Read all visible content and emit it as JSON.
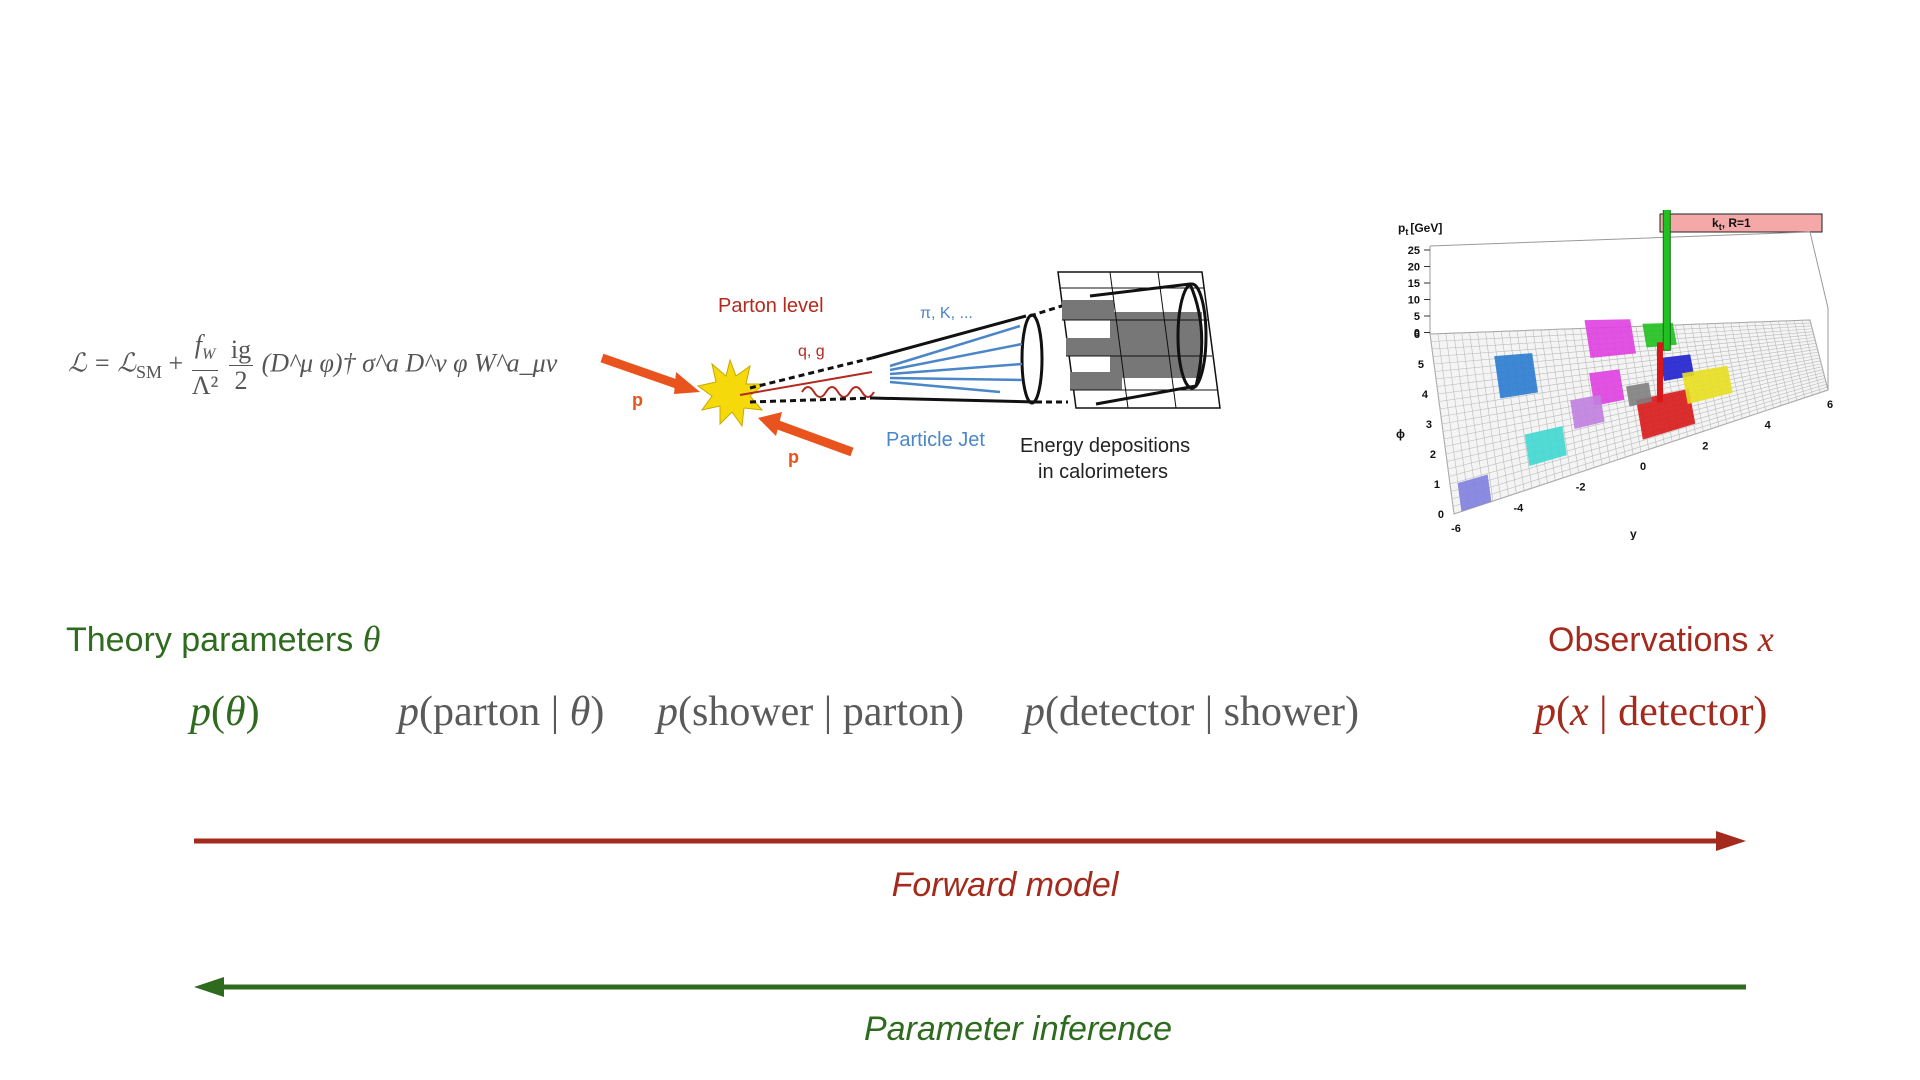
{
  "lagrangian": {
    "lhs": "ℒ = ℒ",
    "sm_sub": "SM",
    "plus": "+",
    "frac1_num": "f",
    "frac1_num_sub": "W",
    "frac1_den": "Λ²",
    "frac2_num": "ig",
    "frac2_den": "2",
    "tail": "(D^μ φ)† σ^a D^ν φ W^a_μν"
  },
  "jet_diagram": {
    "parton_level": "Parton level",
    "quarks": "q, g",
    "hadrons": "π, K, ...",
    "proton_top": "p",
    "proton_bottom": "p",
    "particle_jet": "Particle Jet",
    "energy_line1": "Energy depositions",
    "energy_line2": "in calorimeters",
    "colors": {
      "proton": "#e8531e",
      "parton": "#b22a1e",
      "jet": "#4a86c8",
      "burst": "#f5d90a"
    }
  },
  "lego_plot": {
    "z_label": "p",
    "z_label_sub": "t",
    "z_label_unit": "[GeV]",
    "title_box": "k",
    "title_box_sub": "t",
    "title_box_rest": ", R=1",
    "z_ticks": [
      "25",
      "20",
      "15",
      "10",
      "5",
      "0"
    ],
    "phi_ticks": [
      "6",
      "5",
      "4",
      "3",
      "2",
      "1",
      "0"
    ],
    "y_ticks": [
      "-6",
      "-4",
      "-2",
      "0",
      "2",
      "4",
      "6"
    ],
    "phi_label": "ϕ",
    "y_label": "y",
    "cluster_colors": [
      "#2a7bd0",
      "#e040e0",
      "#d81818",
      "#2020d0",
      "#e8e020",
      "#20c020",
      "#40d8d0",
      "#808080",
      "#c080e0",
      "#8080e0"
    ]
  },
  "headings": {
    "theory": "Theory parameters",
    "theory_var": "θ",
    "observations": "Observations",
    "observations_var": "x"
  },
  "probabilities": {
    "p_theta": {
      "p": "p",
      "open": "(",
      "var": "θ",
      "close": ")"
    },
    "p_parton": {
      "p": "p",
      "text": "(parton | ",
      "var": "θ",
      "close": ")"
    },
    "p_shower": {
      "p": "p",
      "text": "(shower | parton)"
    },
    "p_detector": {
      "p": "p",
      "text": "(detector | shower)"
    },
    "p_x": {
      "p": "p",
      "open": "(",
      "var": "x",
      "text": " | detector)"
    }
  },
  "arrows": {
    "forward_label": "Forward model",
    "inference_label": "Parameter inference",
    "forward_color": "#a32a1c",
    "inference_color": "#2e6b1e"
  }
}
